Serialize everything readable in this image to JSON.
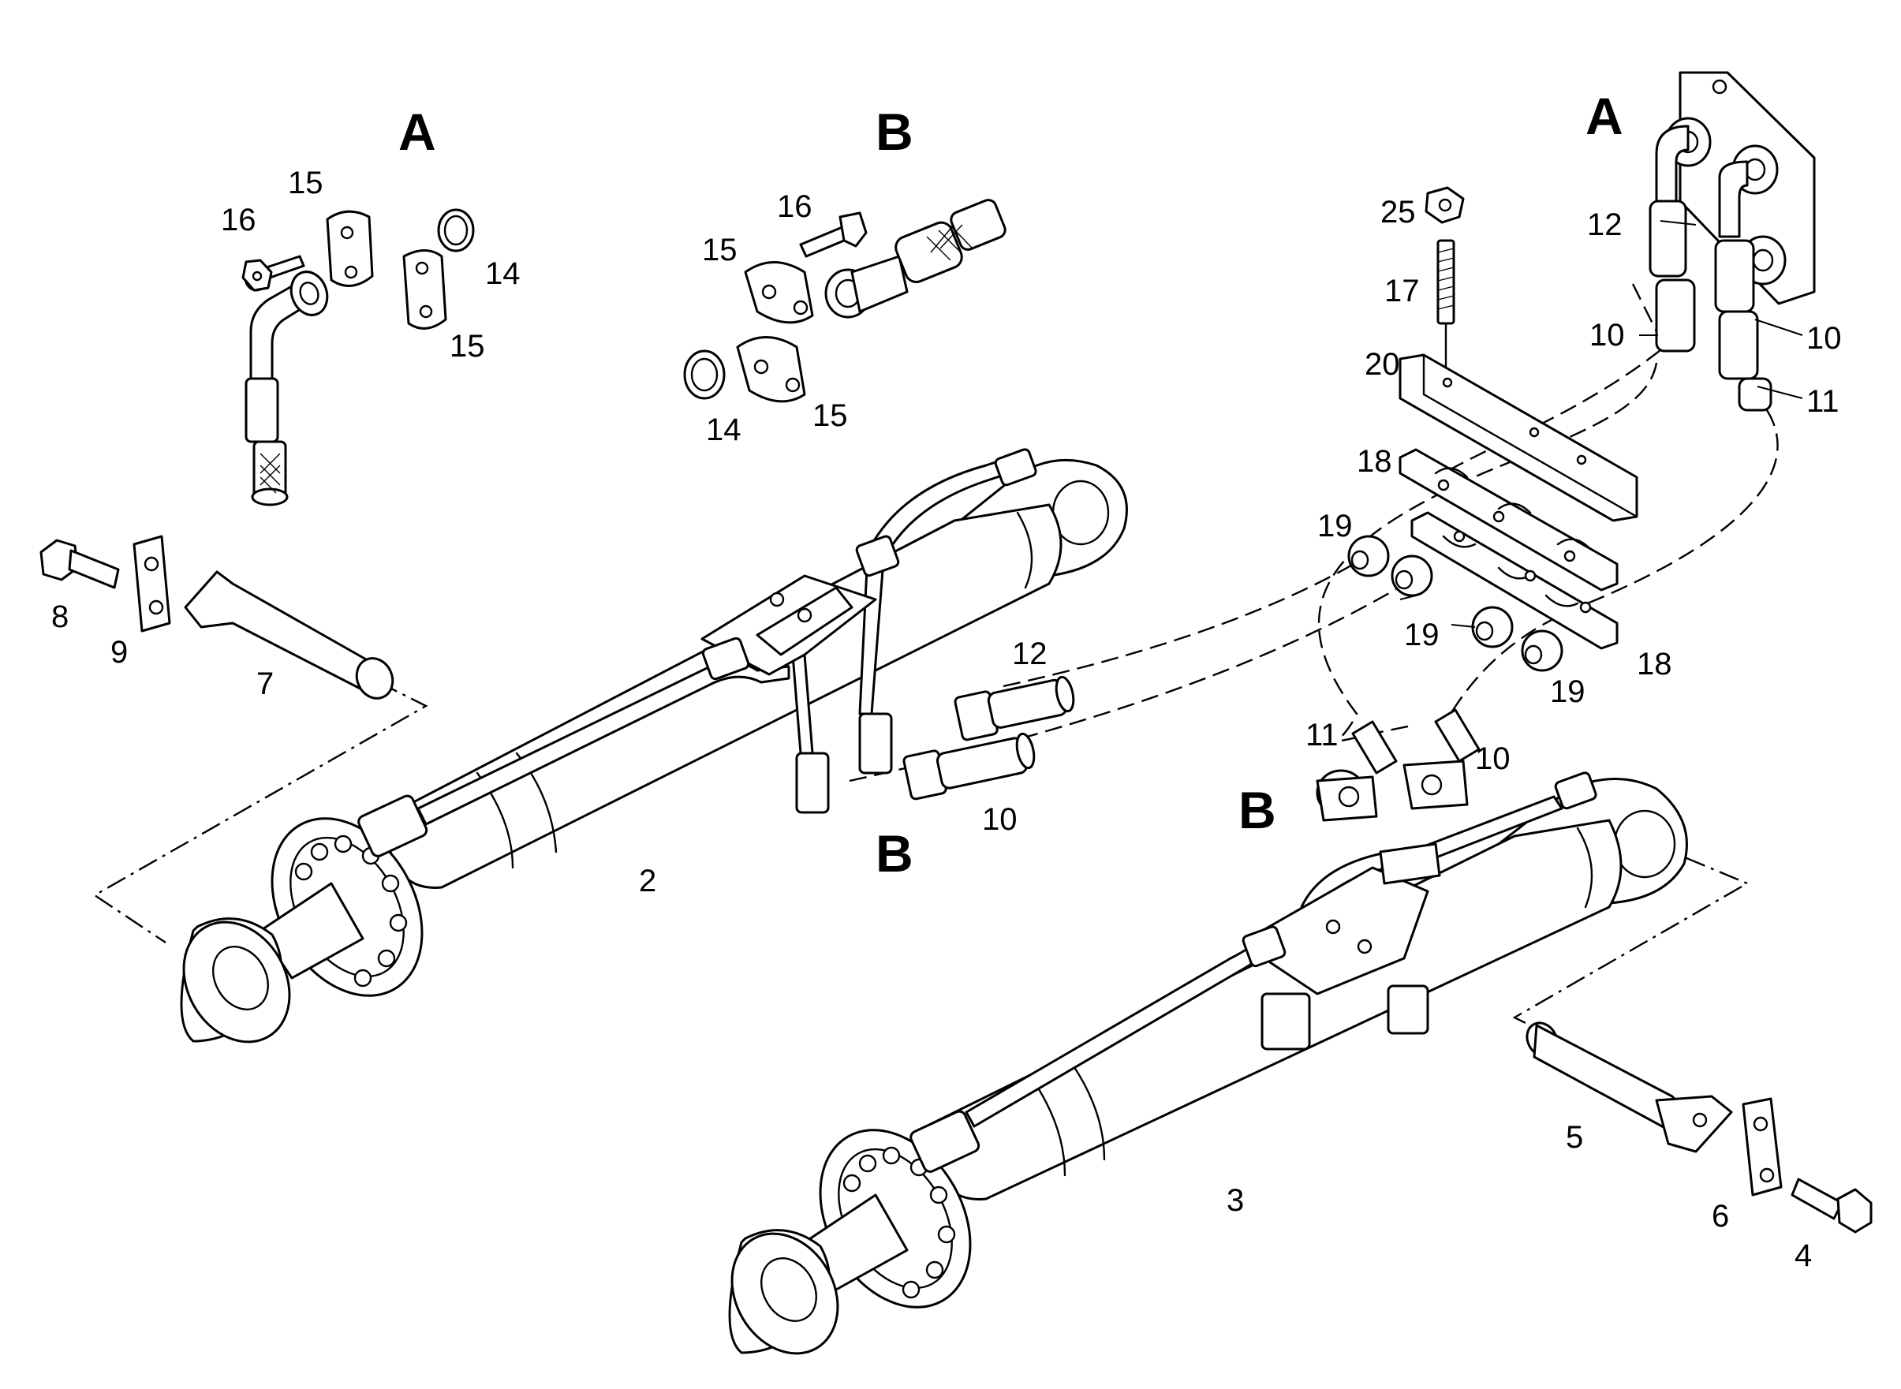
{
  "section_labels": {
    "a_left": "A",
    "b_top": "B",
    "a_right": "A",
    "b_mid": "B",
    "b_right": "B"
  },
  "part_numbers": {
    "n2": "2",
    "n3": "3",
    "n4": "4",
    "n5": "5",
    "n6": "6",
    "n7": "7",
    "n8": "8",
    "n9": "9",
    "n10a": "10",
    "n10b": "10",
    "n10c": "10",
    "n10d": "10",
    "n11a": "11",
    "n11b": "11",
    "n12a": "12",
    "n12b": "12",
    "n14a": "14",
    "n14b": "14",
    "n15a": "15",
    "n15b": "15",
    "n15c": "15",
    "n15d": "15",
    "n16a": "16",
    "n16b": "16",
    "n17": "17",
    "n18a": "18",
    "n18b": "18",
    "n19a": "19",
    "n19b": "19",
    "n19c": "19",
    "n20": "20",
    "n25": "25"
  },
  "colors": {
    "line": "#000000",
    "background": "#ffffff"
  }
}
